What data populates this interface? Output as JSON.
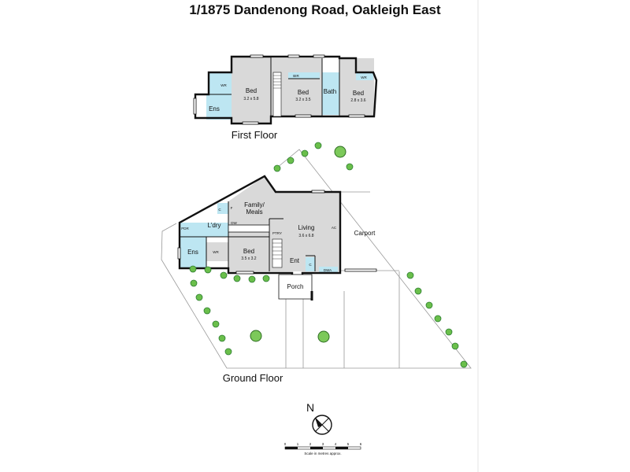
{
  "title": "1/1875 Dandenong Road, Oakleigh East",
  "first_floor": {
    "label": "First Floor",
    "rooms": {
      "bed1": {
        "name": "Bed",
        "dims": "3.2 x 5.8"
      },
      "bed2": {
        "name": "Bed",
        "dims": "3.2 x 3.5"
      },
      "bed3": {
        "name": "Bed",
        "dims": "2.8 x 3.6"
      },
      "ens": {
        "name": "Ens"
      },
      "wr": {
        "name": "WR"
      },
      "bir": {
        "name": "BIR"
      },
      "bath": {
        "name": "Bath"
      },
      "wr2": {
        "name": "WR"
      }
    }
  },
  "ground_floor": {
    "label": "Ground Floor",
    "rooms": {
      "family": {
        "name": "Family/\nMeals",
        "line1": "Family/",
        "line2": "Meals"
      },
      "living": {
        "name": "Living",
        "dims": "3.6 x 6.8"
      },
      "bed": {
        "name": "Bed",
        "dims": "3.5 x 3.2"
      },
      "ldry": {
        "name": "L'dry"
      },
      "ens": {
        "name": "Ens"
      },
      "wr": {
        "name": "WR"
      },
      "pdr": {
        "name": "PDR"
      },
      "ent": {
        "name": "Ent"
      },
      "ptry": {
        "name": "PTRY"
      },
      "carport": {
        "name": "Carport"
      },
      "porch": {
        "name": "Porch"
      },
      "dw": {
        "name": "DW"
      },
      "ac": {
        "name": "AC"
      },
      "c1": {
        "name": "C"
      },
      "c2": {
        "name": "C"
      },
      "f": {
        "name": "F"
      },
      "dwa": {
        "name": "DWA"
      }
    }
  },
  "compass": {
    "north": "N"
  },
  "scale": {
    "ticks": [
      "0",
      "1",
      "2",
      "3",
      "4",
      "5",
      "6"
    ],
    "caption": "Scale in metres approx."
  }
}
